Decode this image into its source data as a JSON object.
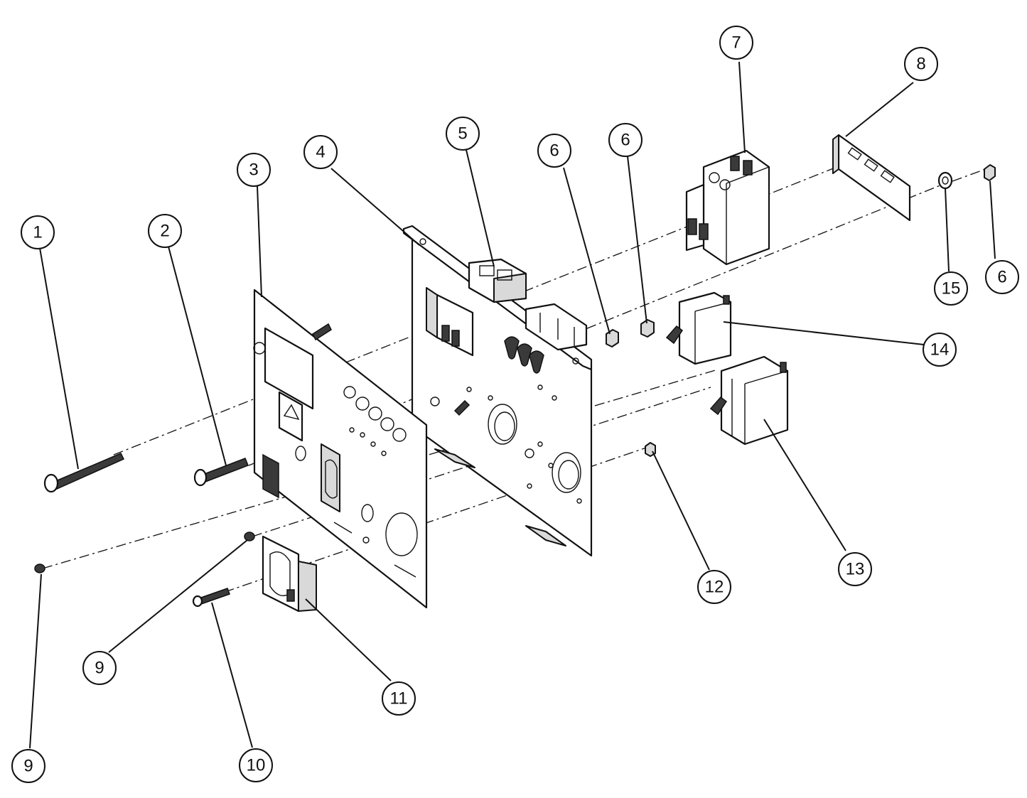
{
  "callouts": [
    {
      "id": "callout-1",
      "label": "1"
    },
    {
      "id": "callout-2",
      "label": "2"
    },
    {
      "id": "callout-3",
      "label": "3"
    },
    {
      "id": "callout-4",
      "label": "4"
    },
    {
      "id": "callout-5",
      "label": "5"
    },
    {
      "id": "callout-6a",
      "label": "6"
    },
    {
      "id": "callout-6b",
      "label": "6"
    },
    {
      "id": "callout-6c",
      "label": "6"
    },
    {
      "id": "callout-7",
      "label": "7"
    },
    {
      "id": "callout-8",
      "label": "8"
    },
    {
      "id": "callout-9a",
      "label": "9"
    },
    {
      "id": "callout-9b",
      "label": "9"
    },
    {
      "id": "callout-10",
      "label": "10"
    },
    {
      "id": "callout-11",
      "label": "11"
    },
    {
      "id": "callout-12",
      "label": "12"
    },
    {
      "id": "callout-13",
      "label": "13"
    },
    {
      "id": "callout-14",
      "label": "14"
    },
    {
      "id": "callout-15",
      "label": "15"
    }
  ]
}
